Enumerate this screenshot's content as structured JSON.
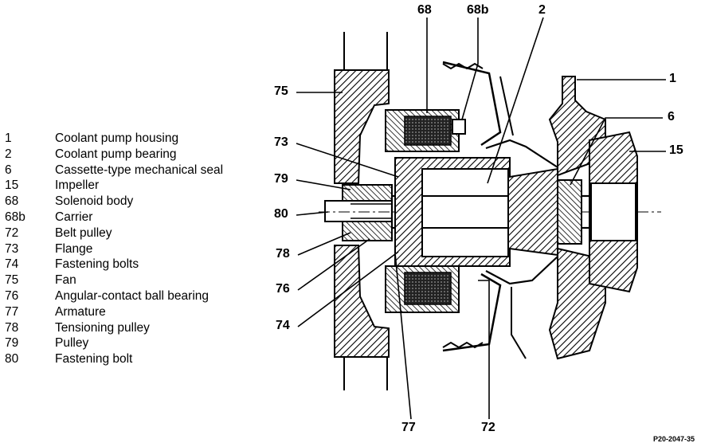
{
  "legend": [
    {
      "num": "1",
      "label": "Coolant pump housing"
    },
    {
      "num": "2",
      "label": "Coolant pump bearing"
    },
    {
      "num": "6",
      "label": "Cassette-type mechanical seal"
    },
    {
      "num": "15",
      "label": "Impeller"
    },
    {
      "num": "68",
      "label": "Solenoid body"
    },
    {
      "num": "68b",
      "label": "Carrier"
    },
    {
      "num": "72",
      "label": "Belt pulley"
    },
    {
      "num": "73",
      "label": "Flange"
    },
    {
      "num": "74",
      "label": "Fastening bolts"
    },
    {
      "num": "75",
      "label": "Fan"
    },
    {
      "num": "76",
      "label": "Angular-contact ball bearing"
    },
    {
      "num": "77",
      "label": "Armature"
    },
    {
      "num": "78",
      "label": "Tensioning pulley"
    },
    {
      "num": "79",
      "label": "Pulley"
    },
    {
      "num": "80",
      "label": "Fastening bolt"
    }
  ],
  "callouts": {
    "c68": "68",
    "c68b": "68b",
    "c2": "2",
    "c1": "1",
    "c6": "6",
    "c15": "15",
    "c75": "75",
    "c73": "73",
    "c79": "79",
    "c80": "80",
    "c78": "78",
    "c76": "76",
    "c74": "74",
    "c77": "77",
    "c72": "72"
  },
  "figure_ref": "P20-2047-35"
}
